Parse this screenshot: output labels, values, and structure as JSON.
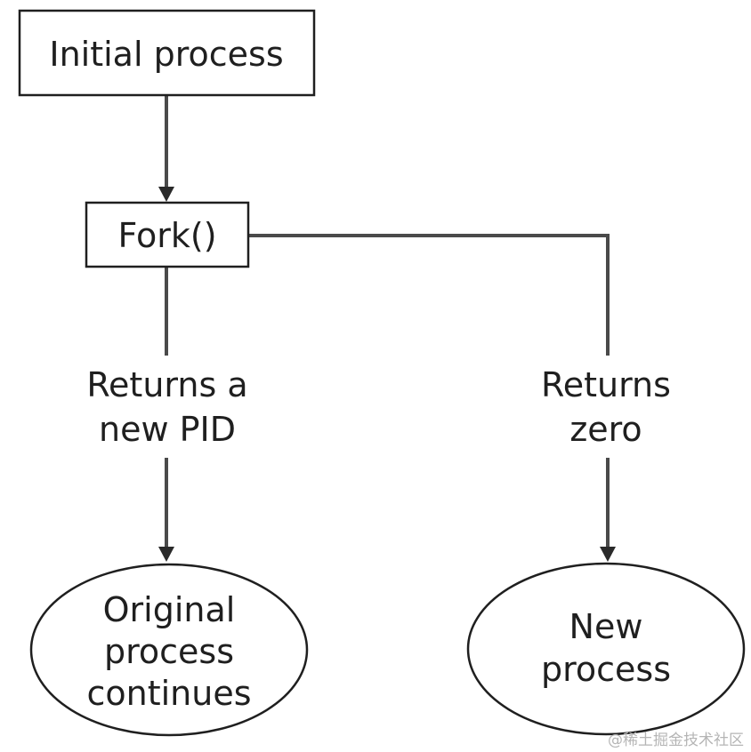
{
  "nodes": {
    "initial": {
      "label": "Initial process"
    },
    "fork": {
      "label": "Fork()"
    },
    "original": {
      "lines": [
        "Original",
        "process",
        "continues"
      ]
    },
    "new_process": {
      "lines": [
        "New",
        "process"
      ]
    }
  },
  "edges": {
    "left_label": {
      "lines": [
        "Returns a",
        "new PID"
      ]
    },
    "right_label": {
      "lines": [
        "Returns",
        "zero"
      ]
    }
  },
  "watermark": "@稀土掘金技术社区"
}
